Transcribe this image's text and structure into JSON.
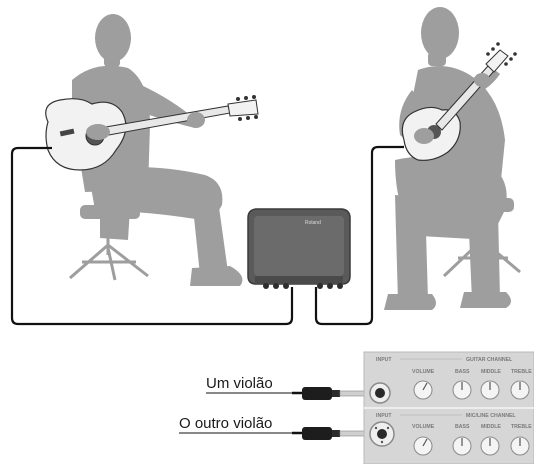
{
  "captions": {
    "guitar_one": "Um violão",
    "guitar_two": "O outro violão"
  },
  "amp": {
    "brand": "Roland"
  },
  "panel": {
    "top_row": {
      "input_label": "INPUT",
      "channel_label": "GUITAR CHANNEL",
      "knobs": [
        "VOLUME",
        "BASS",
        "MIDDLE",
        "TREBLE"
      ]
    },
    "bottom_row": {
      "input_label": "INPUT",
      "channel_label": "MIC/LINE CHANNEL",
      "knobs": [
        "VOLUME",
        "BASS",
        "MIDDLE",
        "TREBLE"
      ]
    }
  },
  "colors": {
    "silhouette": "#9e9e9e",
    "guitar_body": "#f2f2f2",
    "amp_body": "#5a5a5a",
    "panel": "#d6d6d6",
    "cable": "#111111"
  }
}
